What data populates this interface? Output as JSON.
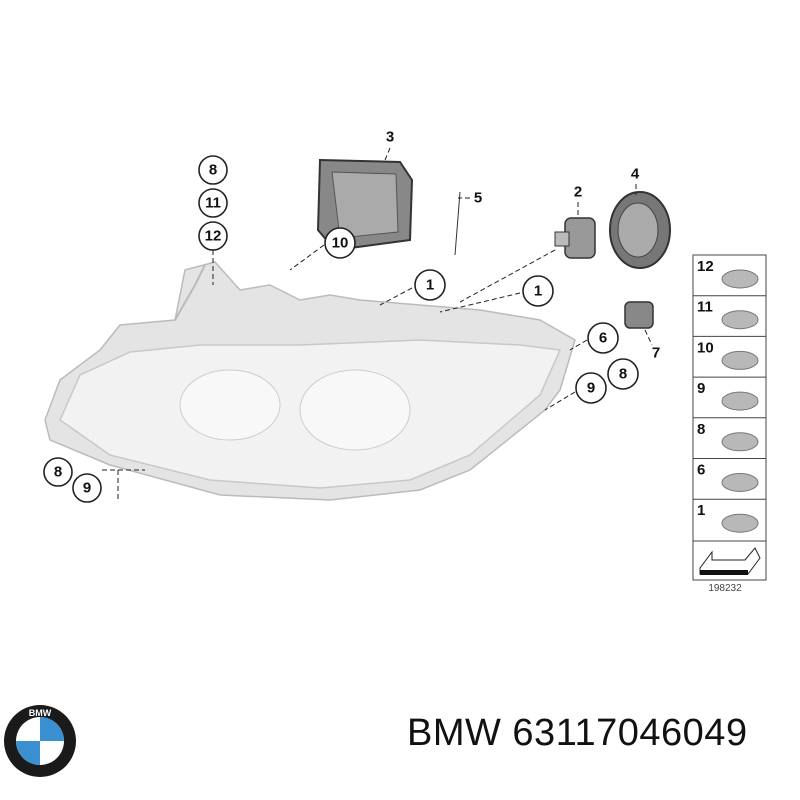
{
  "diagram": {
    "callouts": [
      {
        "label": "8"
      },
      {
        "label": "11"
      },
      {
        "label": "12"
      },
      {
        "label": "10"
      },
      {
        "label": "1"
      },
      {
        "label": "1"
      },
      {
        "label": "6"
      },
      {
        "label": "9"
      },
      {
        "label": "8"
      },
      {
        "label": "8"
      },
      {
        "label": "9"
      }
    ],
    "plain_labels": [
      {
        "label": "3"
      },
      {
        "label": "5"
      },
      {
        "label": "2"
      },
      {
        "label": "4"
      },
      {
        "label": "7"
      }
    ],
    "legend": [
      {
        "label": "12",
        "icon": "bracket-clip-icon"
      },
      {
        "label": "11",
        "icon": "multi-clip-icon"
      },
      {
        "label": "10",
        "icon": "capsule-bulb-icon"
      },
      {
        "label": "9",
        "icon": "spring-nut-icon"
      },
      {
        "label": "8",
        "icon": "screw-icon"
      },
      {
        "label": "6",
        "icon": "bulb-icon"
      },
      {
        "label": "1",
        "icon": "h7-bulb-icon"
      }
    ],
    "diagram_number": "198232"
  },
  "footer": {
    "brand_logo": "BMW",
    "part_number": "BMW 63117046049"
  },
  "colors": {
    "bmw_blue": "#3a8fd0",
    "line_art": "#222222",
    "housing_gray": "#d8d8d8"
  }
}
